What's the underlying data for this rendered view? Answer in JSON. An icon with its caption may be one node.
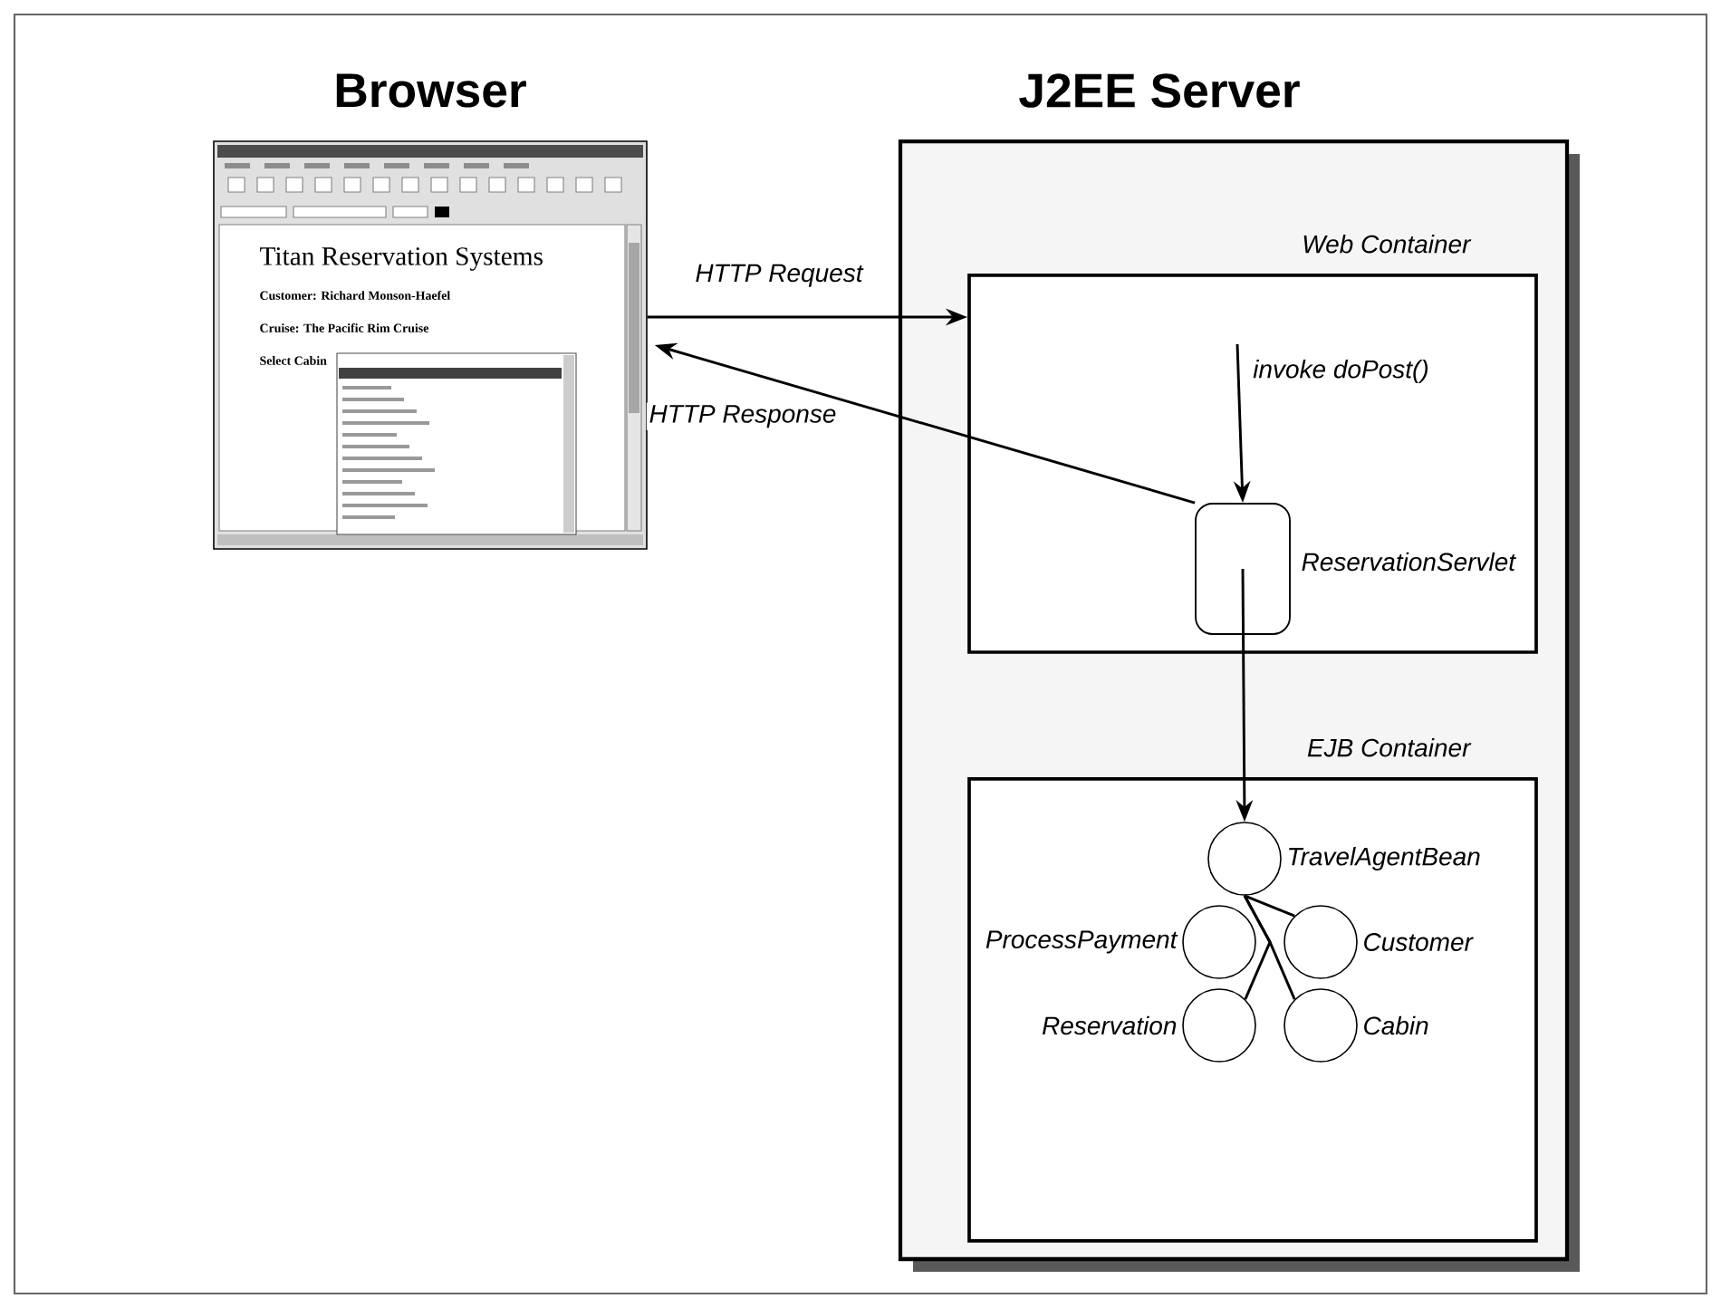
{
  "diagram": {
    "nodes": [
      {
        "text": [
          "Browser",
          "Titan Reservation Systems",
          "Customer: Richard Monson-Haefel",
          "Cruise: The Pacific Rim Cruise",
          "Select Cabin"
        ]
      },
      {
        "text": [
          "J2EE Server"
        ]
      },
      {
        "text": [
          "Web Container"
        ],
        "in": 1
      },
      {
        "text": [],
        "shape": "box",
        "in": 2,
        "beside": [
          "ReservationServlet"
        ]
      },
      {
        "text": [
          "EJB Container"
        ],
        "in": 1
      },
      {
        "text": [],
        "shape": "circle",
        "in": 4,
        "beside": [
          "TravelAgentBean"
        ]
      },
      {
        "text": [],
        "shape": "circle",
        "in": 4,
        "beside": [
          "ProcessPayment"
        ]
      },
      {
        "text": [],
        "shape": "circle",
        "in": 4,
        "beside": [
          "Customer"
        ]
      },
      {
        "text": [],
        "shape": "circle",
        "in": 4,
        "beside": [
          "Reservation"
        ]
      },
      {
        "text": [],
        "shape": "circle",
        "in": 4,
        "beside": [
          "Cabin"
        ]
      }
    ],
    "edges": [
      {
        "from": 0,
        "to": 2,
        "arrow": "to",
        "label": "HTTP Request"
      },
      {
        "from": 3,
        "to": 0,
        "arrow": "to",
        "label": "HTTP Response"
      },
      {
        "from": null,
        "to": 3,
        "arrow": "to",
        "label": "invoke doPost()"
      },
      {
        "from": 3,
        "to": 5,
        "arrow": "to"
      },
      {
        "from": 5,
        "to": 7,
        "arrow": "none"
      },
      {
        "from": 5,
        "to": 8,
        "arrow": "none"
      },
      {
        "from": 5,
        "to": 9,
        "arrow": "none"
      }
    ]
  }
}
